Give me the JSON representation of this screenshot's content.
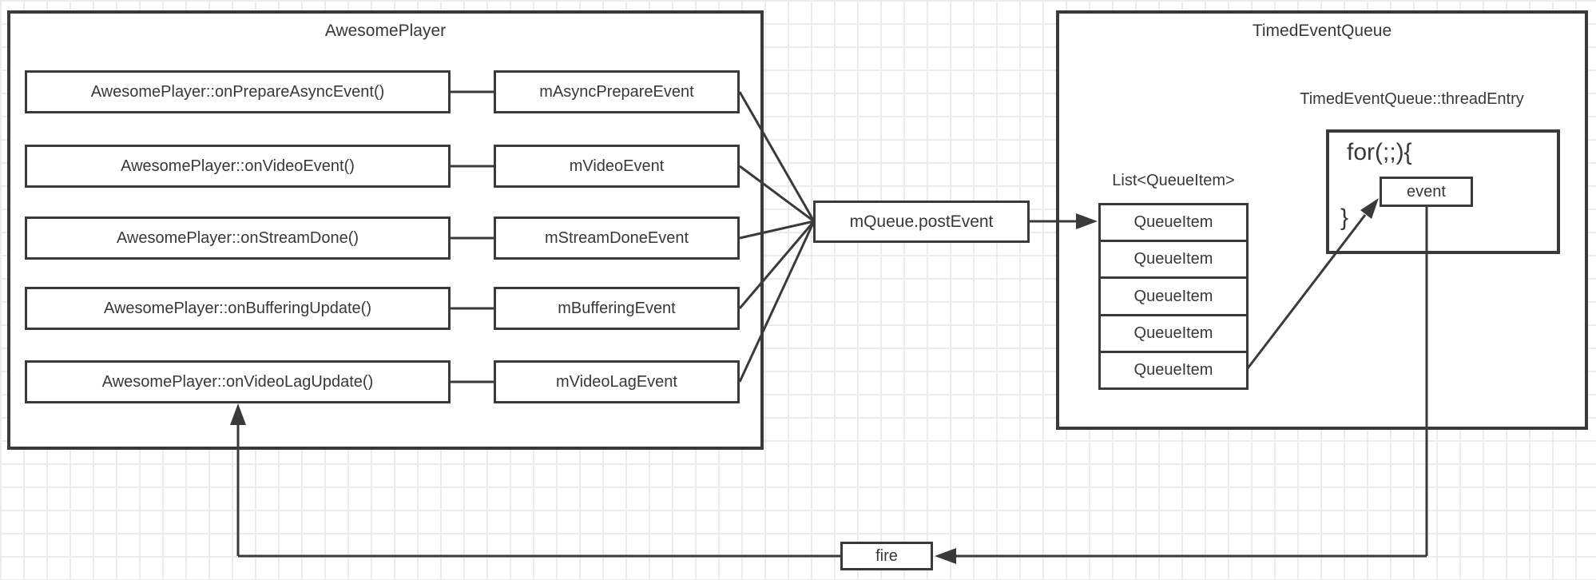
{
  "diagram": {
    "colors": {
      "stroke": "#3a3a3a",
      "text": "#383838",
      "grid": "#ececec",
      "background": "#ffffff"
    },
    "awesome_player": {
      "title": "AwesomePlayer",
      "rows": [
        {
          "handler": "AwesomePlayer::onPrepareAsyncEvent()",
          "event": "mAsyncPrepareEvent"
        },
        {
          "handler": "AwesomePlayer::onVideoEvent()",
          "event": "mVideoEvent"
        },
        {
          "handler": "AwesomePlayer::onStreamDone()",
          "event": "mStreamDoneEvent"
        },
        {
          "handler": "AwesomePlayer::onBufferingUpdate()",
          "event": "mBufferingEvent"
        },
        {
          "handler": "AwesomePlayer::onVideoLagUpdate()",
          "event": "mVideoLagEvent"
        }
      ]
    },
    "post_event": {
      "label": "mQueue.postEvent"
    },
    "timed_event_queue": {
      "title": "TimedEventQueue",
      "thread_entry_label": "TimedEventQueue::threadEntry",
      "list_label": "List<QueueItem>",
      "queue_items": [
        "QueueItem",
        "QueueItem",
        "QueueItem",
        "QueueItem",
        "QueueItem"
      ],
      "loop": {
        "open": "for(;;){",
        "close": "}",
        "event_label": "event"
      }
    },
    "fire": {
      "label": "fire"
    }
  }
}
